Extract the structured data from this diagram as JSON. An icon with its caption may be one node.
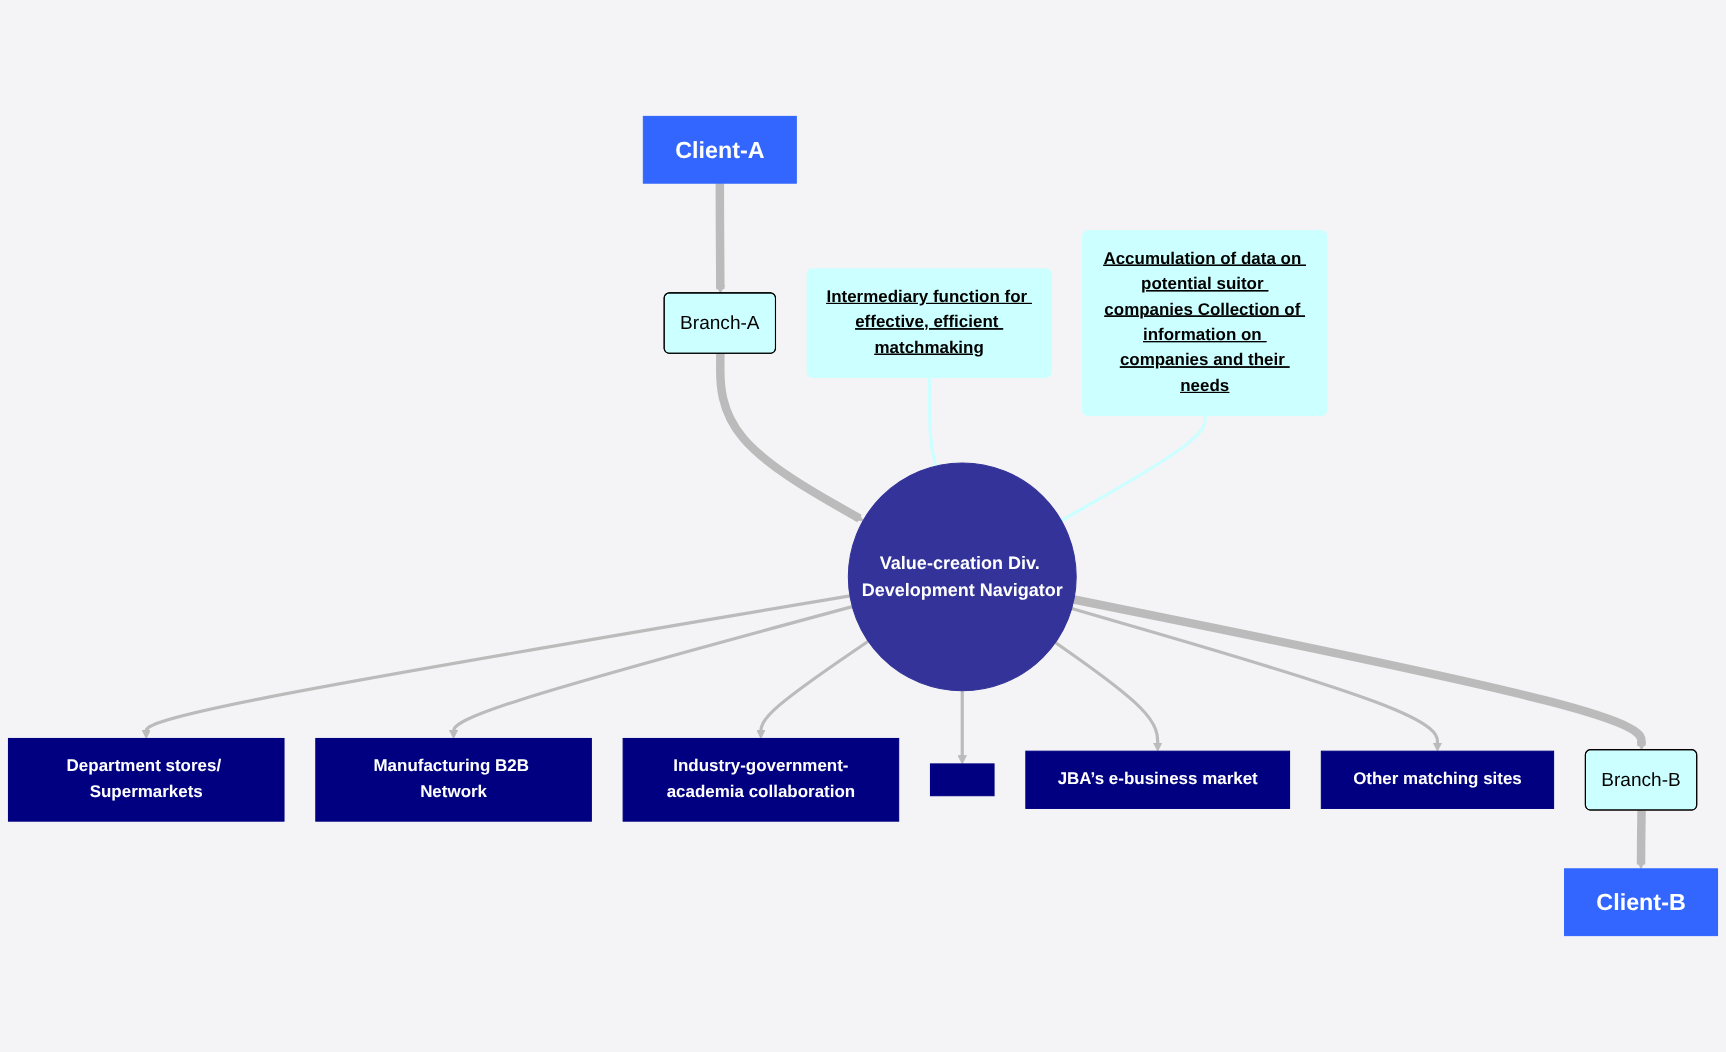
{
  "diagram": {
    "nodes": [
      {
        "text": [
          "Client-A"
        ]
      },
      {
        "text": [
          "Branch-A"
        ]
      },
      {
        "text": [
          "Intermediary function for effective, efficient matchmaking"
        ]
      },
      {
        "text": [
          "Accumulation of data on potential suitor companies Collection of information on companies and their needs"
        ]
      },
      {
        "text": [
          "Value-creation Div. Development Navigator"
        ]
      },
      {
        "text": [
          "Department stores/ Supermarkets"
        ]
      },
      {
        "text": [
          "Manufacturing B2B Network"
        ]
      },
      {
        "text": [
          "Industry-government-academia collaboration"
        ]
      },
      {
        "text": [],
        "shape": "box"
      },
      {
        "text": [
          "JBA’s e-business market"
        ]
      },
      {
        "text": [
          "Other matching sites"
        ]
      },
      {
        "text": [
          "Branch-B"
        ]
      },
      {
        "text": [
          "Client-B"
        ]
      }
    ],
    "edges": [
      {
        "from": 0,
        "to": 1,
        "arrow": "to",
        "style": "thick"
      },
      {
        "from": 1,
        "to": 4,
        "arrow": "to",
        "style": "thick"
      },
      {
        "from": 2,
        "to": 4,
        "arrow": "none",
        "color": "#ccffff"
      },
      {
        "from": 3,
        "to": 4,
        "arrow": "none",
        "color": "#ccffff"
      },
      {
        "from": 4,
        "to": 5,
        "arrow": "to"
      },
      {
        "from": 4,
        "to": 6,
        "arrow": "to"
      },
      {
        "from": 4,
        "to": 7,
        "arrow": "to"
      },
      {
        "from": 4,
        "to": 8,
        "arrow": "to"
      },
      {
        "from": 4,
        "to": 9,
        "arrow": "to"
      },
      {
        "from": 4,
        "to": 10,
        "arrow": "to"
      },
      {
        "from": 4,
        "to": 11,
        "arrow": "to",
        "style": "thick"
      },
      {
        "from": 11,
        "to": 12,
        "arrow": "to",
        "style": "thick"
      }
    ]
  }
}
